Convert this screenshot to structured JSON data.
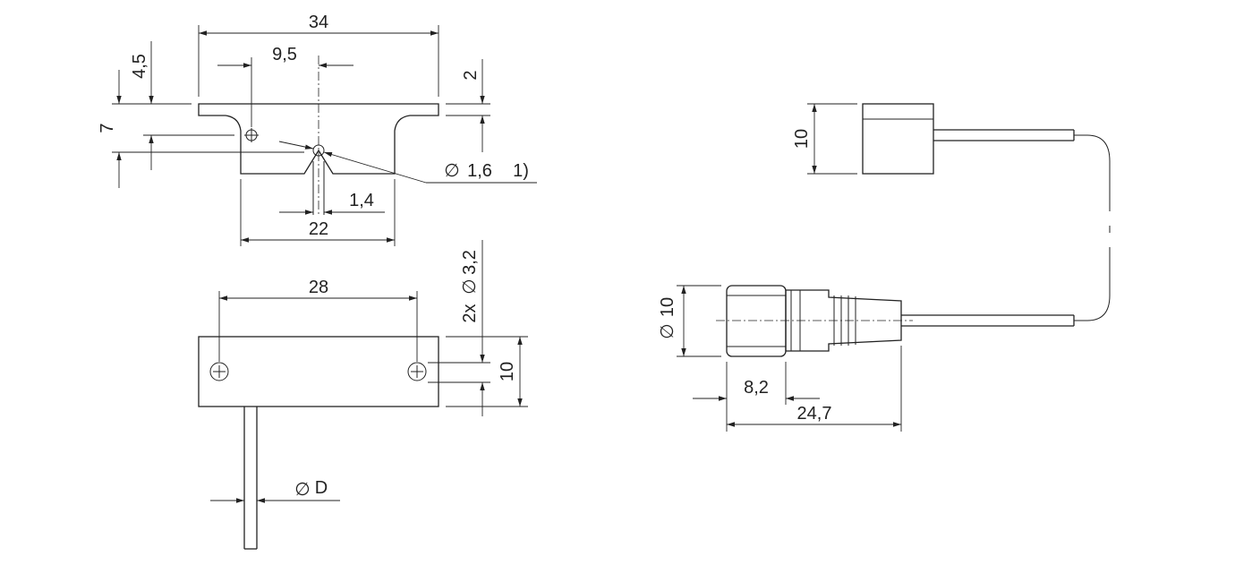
{
  "dimensions": {
    "top_width": "34",
    "hole_offset": "9,5",
    "flange_thickness": "2",
    "height_4_5": "4,5",
    "height_7": "7",
    "hole_diameter_label": "1,6",
    "footnote": "1)",
    "slot_width": "1,4",
    "base_width": "22",
    "hole_spacing": "28",
    "mount_holes": "2x",
    "mount_hole_diameter": "3,2",
    "plate_height": "10",
    "cable_diameter": "D",
    "sensor_height": "10",
    "connector_diameter": "10",
    "connector_grip": "8,2",
    "connector_length": "24,7"
  },
  "symbols": {
    "diameter": "∅"
  }
}
